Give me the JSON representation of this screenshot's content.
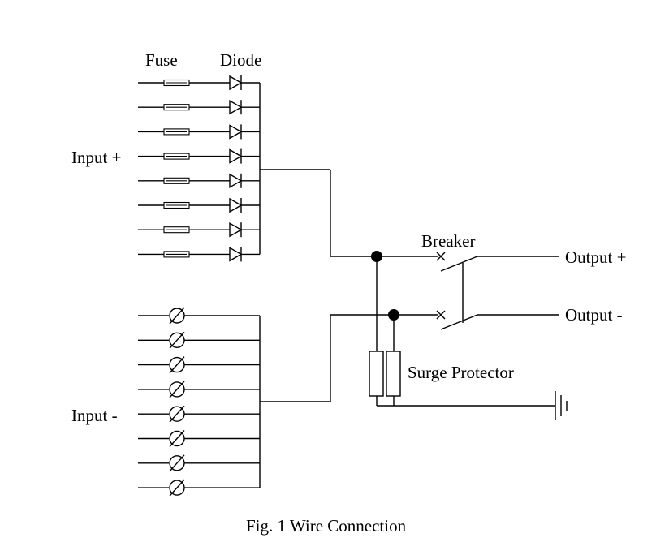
{
  "labels": {
    "fuse": "Fuse",
    "diode": "Diode",
    "input_plus": "Input +",
    "input_minus": "Input -",
    "breaker": "Breaker",
    "output_plus": "Output +",
    "output_minus": "Output -",
    "surge_protector": "Surge Protector",
    "caption": "Fig. 1  Wire Connection"
  },
  "input_plus_channel_count": 8,
  "input_minus_channel_count": 8
}
